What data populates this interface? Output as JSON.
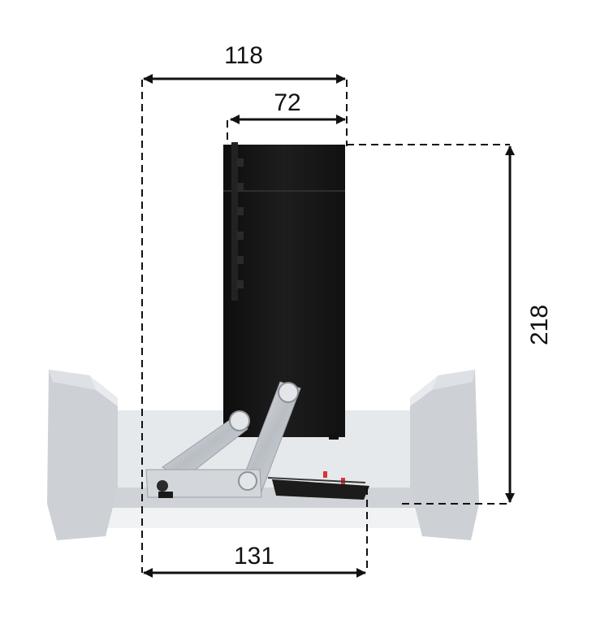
{
  "dimensions": {
    "top_width": "118",
    "box_depth": "72",
    "height": "218",
    "base_width": "131"
  },
  "colors": {
    "line": "#111111",
    "box": "#151515",
    "tray": "#d4d8dd",
    "tray_dark": "#b7bcc2",
    "hinge": "#c7cbd0"
  }
}
